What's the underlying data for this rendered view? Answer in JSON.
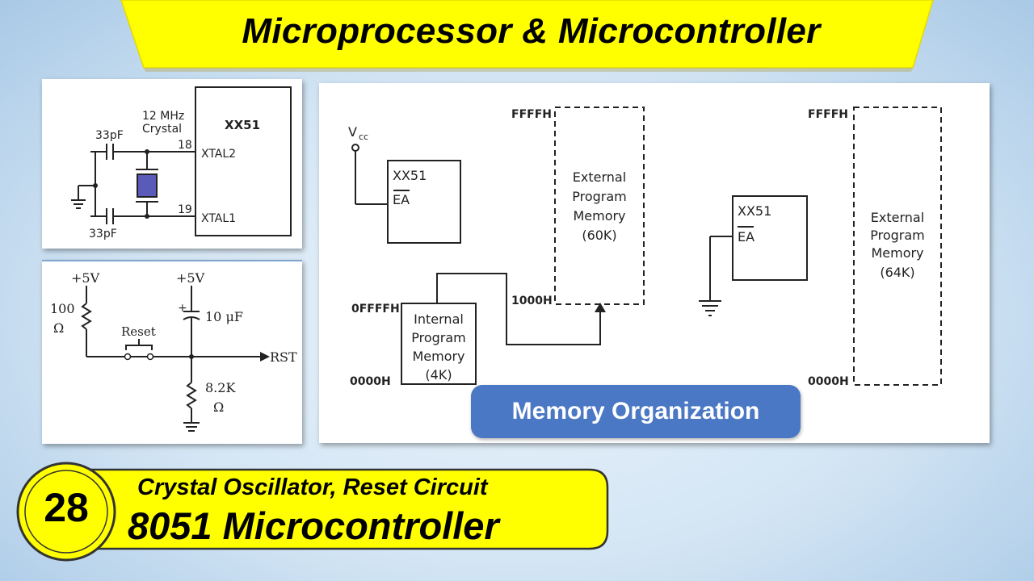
{
  "header": {
    "title": "Microprocessor & Microcontroller"
  },
  "crystal_circuit": {
    "chip": "XX51",
    "crystal_freq": "12 MHz",
    "crystal_label": "Crystal",
    "cap_top": "33pF",
    "cap_bottom": "33pF",
    "pin18": "18",
    "pin19": "19",
    "xtal2": "XTAL2",
    "xtal1": "XTAL1"
  },
  "reset_circuit": {
    "vcc_left": "+5V",
    "vcc_right": "+5V",
    "res1_value": "100",
    "res1_unit": "Ω",
    "reset_label": "Reset",
    "cap_plus": "+",
    "cap_value": "10 μF",
    "rst_label": "RST",
    "res2_value": "8.2K",
    "res2_unit": "Ω"
  },
  "memory_org": {
    "vcc": "V",
    "vcc_sub": "cc",
    "chip1": "XX51",
    "ea1": "EA",
    "addr_ffff_1": "FFFFH",
    "ext_mem_60k": [
      "External",
      "Program",
      "Memory",
      "(60K)"
    ],
    "addr_1000": "1000H",
    "addr_0fff": "0FFFFH",
    "addr_0000_1": "0000H",
    "int_mem_4k": [
      "Internal",
      "Program",
      "Memory",
      "(4K)"
    ],
    "chip2": "XX51",
    "ea2": "EA",
    "addr_ffff_2": "FFFFH",
    "ext_mem_64k": [
      "External",
      "Program",
      "Memory",
      "(64K)"
    ],
    "addr_0000_2": "0000H"
  },
  "badge": {
    "label": "Memory Organization"
  },
  "footer": {
    "number": "28",
    "subtitle": "Crystal Oscillator, Reset Circuit",
    "main": "8051 Microcontroller"
  },
  "colors": {
    "banner_yellow": "#ffff00",
    "badge_blue": "#4a78c4",
    "background": "#d3e5f4"
  }
}
